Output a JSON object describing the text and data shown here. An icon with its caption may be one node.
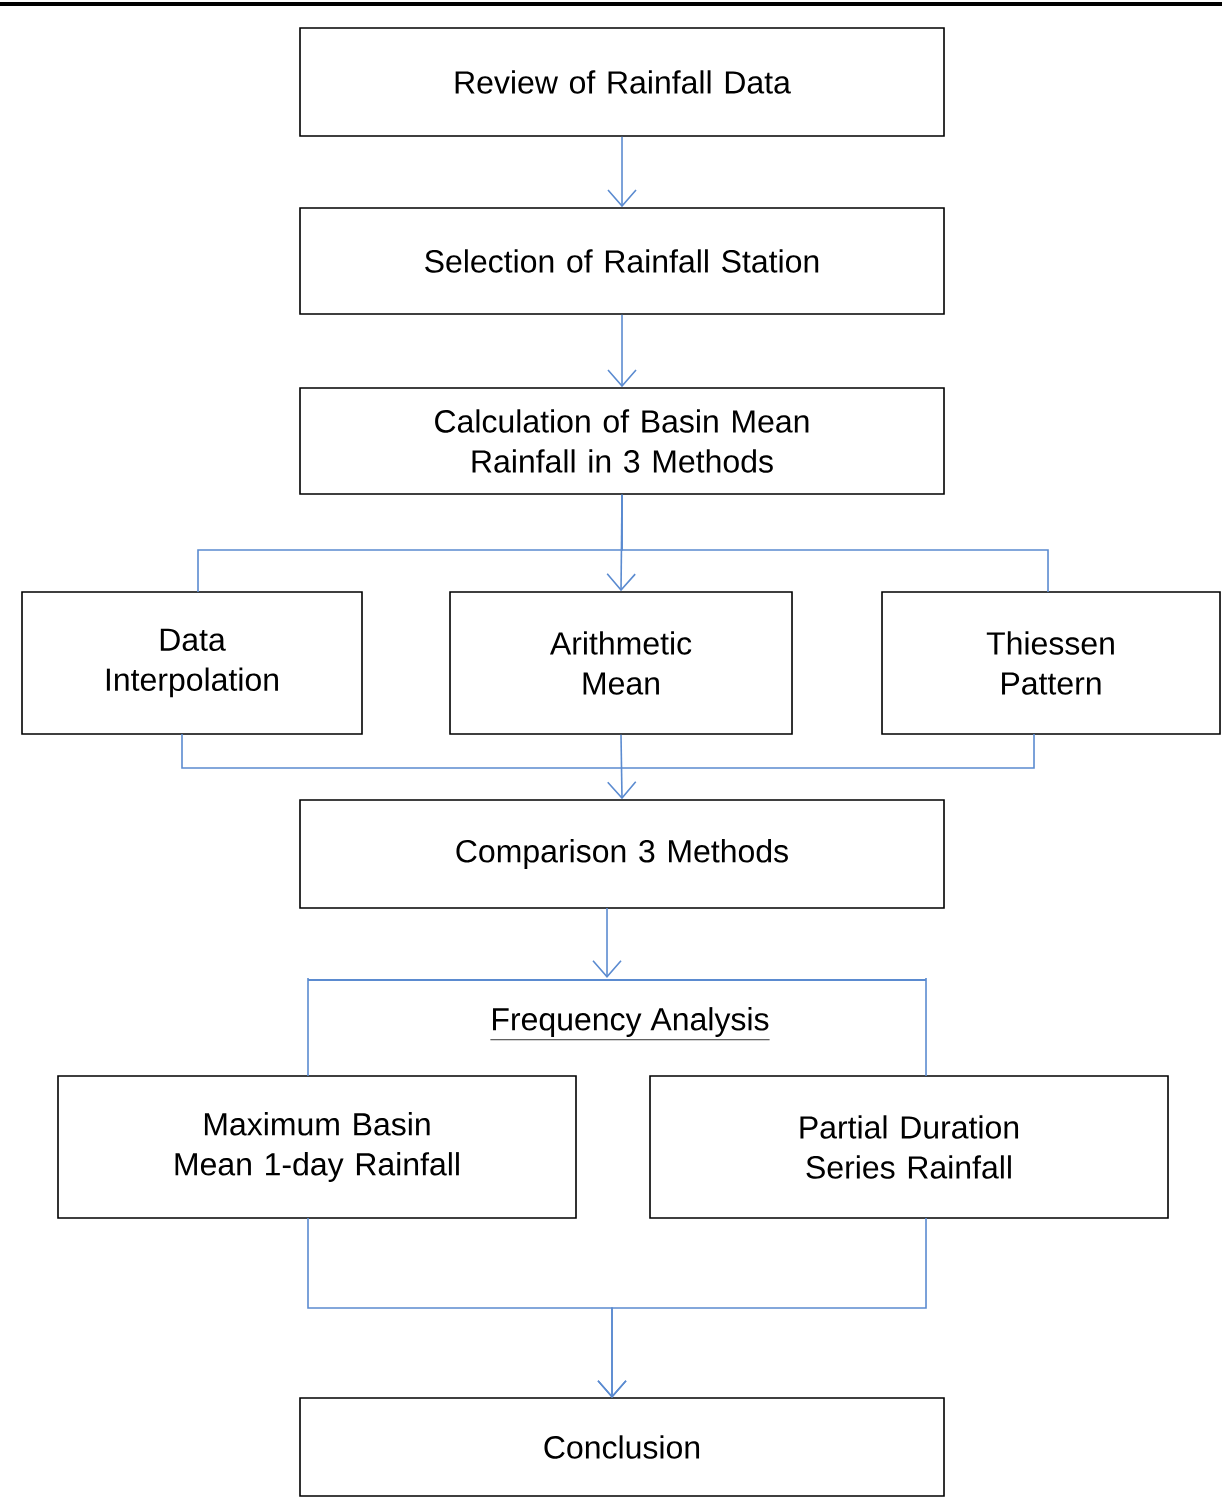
{
  "diagram": {
    "nodes": [
      {
        "text": [
          "Review of Rainfall Data"
        ]
      },
      {
        "text": [
          "Selection of Rainfall Station"
        ]
      },
      {
        "text": [
          "Calculation of Basin Mean Rainfall in 3 Methods"
        ]
      },
      {
        "text": [
          "Data Interpolation"
        ]
      },
      {
        "text": [
          "Arithmetic Mean"
        ]
      },
      {
        "text": [
          "Thiessen Pattern"
        ]
      },
      {
        "text": [
          "Comparison 3 Methods"
        ]
      },
      {
        "text": [],
        "shape": "bar"
      },
      {
        "text": [
          "Maximum Basin Mean 1-day Rainfall"
        ]
      },
      {
        "text": [
          "Partial Duration Series Rainfall"
        ]
      },
      {
        "text": [
          "Conclusion"
        ]
      }
    ],
    "edges": [
      {
        "from": 0,
        "to": 1,
        "arrow": "to"
      },
      {
        "from": 1,
        "to": 2,
        "arrow": "to"
      },
      {
        "from": 2,
        "to": 3,
        "arrow": "none"
      },
      {
        "from": 2,
        "to": 4,
        "arrow": "to"
      },
      {
        "from": 2,
        "to": 5,
        "arrow": "none"
      },
      {
        "from": 3,
        "to": 6,
        "arrow": "none"
      },
      {
        "from": 4,
        "to": 6,
        "arrow": "to"
      },
      {
        "from": 5,
        "to": 6,
        "arrow": "none"
      },
      {
        "from": 6,
        "to": 7,
        "arrow": "to"
      },
      {
        "from": 7,
        "to": 8,
        "arrow": "none"
      },
      {
        "from": 7,
        "to": 9,
        "arrow": "none"
      },
      {
        "from": 8,
        "to": 10,
        "arrow": "to"
      },
      {
        "from": 9,
        "to": 10,
        "arrow": "to"
      }
    ],
    "labels": [
      "Frequency Analysis"
    ]
  }
}
